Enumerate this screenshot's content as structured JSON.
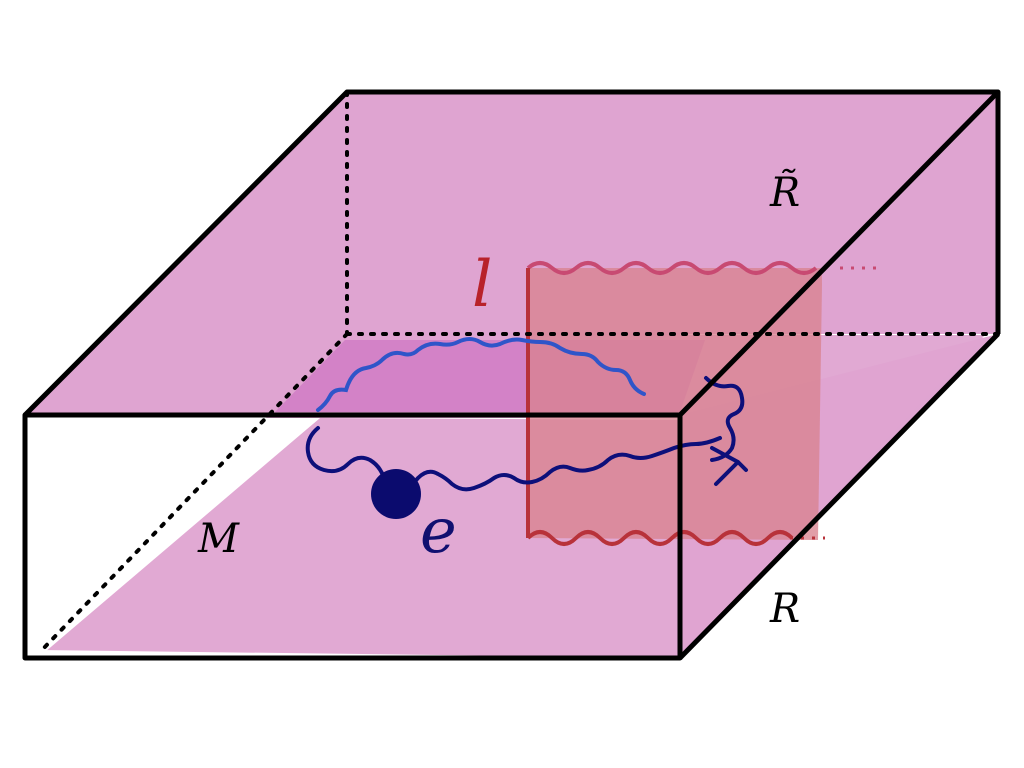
{
  "labels": {
    "r_tilde": "R̃",
    "r": "R",
    "m": "M",
    "l": "l",
    "e": "e"
  },
  "colors": {
    "slab_fill": "#dfa4d1",
    "lower_plane": "#d58ccc",
    "membrane": "#d97a8e",
    "membrane_edge_top": "#c84a72",
    "membrane_edge_bottom": "#b8323a",
    "loop_light": "#2f55c9",
    "loop_dark": "#0d0f7a",
    "charge": "#0b0b6e",
    "label_l": "#b8222a",
    "label_e": "#101070",
    "outline": "#000000"
  }
}
